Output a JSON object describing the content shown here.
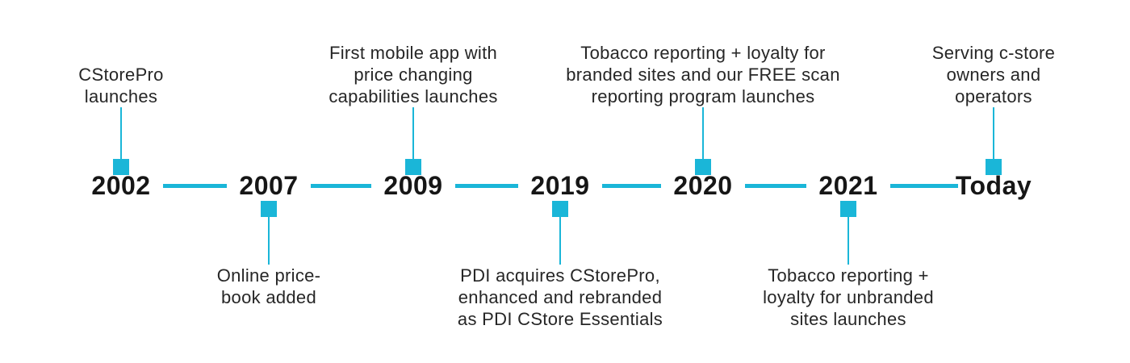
{
  "colors": {
    "accent": "#1ab6d8",
    "year_text": "#161616",
    "label_text": "#262626",
    "background": "#ffffff"
  },
  "timeline": {
    "description": "Company history timeline",
    "marker_shape": "square"
  },
  "milestones": [
    {
      "year": "2002",
      "position": "above",
      "label": "CStorePro\nlaunches"
    },
    {
      "year": "2007",
      "position": "below",
      "label": "Online price-\nbook added"
    },
    {
      "year": "2009",
      "position": "above",
      "label": "First mobile app with\nprice changing\ncapabilities launches"
    },
    {
      "year": "2019",
      "position": "below",
      "label": "PDI acquires CStorePro,\nenhanced and rebranded\nas PDI CStore Essentials"
    },
    {
      "year": "2020",
      "position": "above",
      "label": "Tobacco reporting + loyalty for\nbranded sites and our FREE scan\nreporting program launches"
    },
    {
      "year": "2021",
      "position": "below",
      "label": "Tobacco reporting +\nloyalty for unbranded\nsites launches"
    },
    {
      "year": "Today",
      "position": "above",
      "label": "Serving c-store\nowners and\noperators"
    }
  ]
}
